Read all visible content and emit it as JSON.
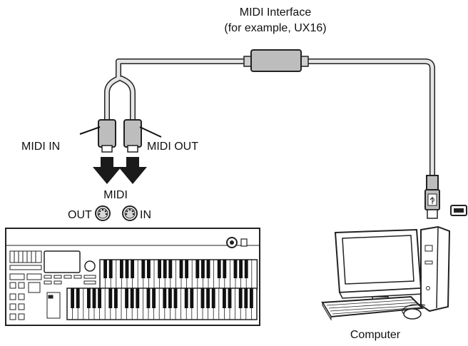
{
  "interface": {
    "title": "MIDI Interface",
    "subtitle": "(for example, UX16)"
  },
  "cable_labels": {
    "midi_in": "MIDI IN",
    "midi_out": "MIDI OUT"
  },
  "organ_ports": {
    "header": "MIDI",
    "out": "OUT",
    "in": "IN"
  },
  "computer": {
    "label": "Computer"
  },
  "colors": {
    "cable": "#e6e6e6",
    "outline": "#222222",
    "connector": "#bdbdbd",
    "arrow": "#1a1a1a"
  }
}
